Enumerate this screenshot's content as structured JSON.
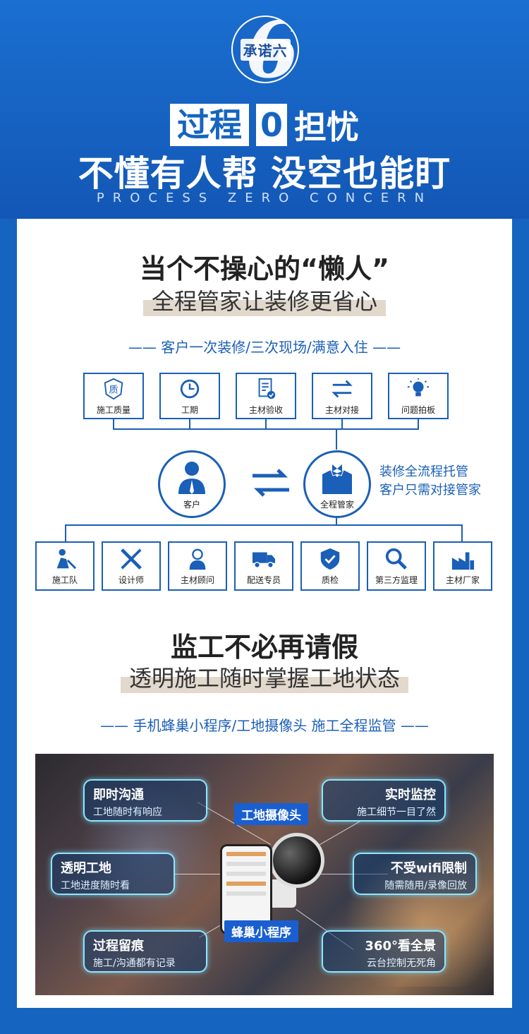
{
  "header": {
    "logo_text": "承诺六",
    "title_box1": "过程",
    "title_box2": "0",
    "title_plain": "担忧",
    "subtitle": "不懂有人帮 没空也能盯",
    "english": "PROCESS ZERO CONCERN"
  },
  "section1": {
    "title": "当个不操心的“懒人”",
    "subtitle": "全程管家让装修更省心",
    "line": "—— 客户一次装修/三次现场/满意入住 ——",
    "top_items": [
      {
        "label": "施工质量",
        "icon": "quality-icon"
      },
      {
        "label": "工期",
        "icon": "clock-icon"
      },
      {
        "label": "主材验收",
        "icon": "document-check-icon"
      },
      {
        "label": "主材对接",
        "icon": "exchange-arrows-icon"
      },
      {
        "label": "问题拍板",
        "icon": "lightbulb-icon"
      }
    ],
    "customer_label": "客户",
    "butler_label": "全程管家",
    "side_note_1": "装修全流程托管",
    "side_note_2": "客户只需对接管家",
    "bottom_items": [
      {
        "label": "施工队",
        "icon": "worker-icon"
      },
      {
        "label": "设计师",
        "icon": "ruler-pencil-icon"
      },
      {
        "label": "主材顾问",
        "icon": "consultant-icon"
      },
      {
        "label": "配送专员",
        "icon": "truck-icon"
      },
      {
        "label": "质检",
        "icon": "shield-icon"
      },
      {
        "label": "第三方监理",
        "icon": "magnifier-icon"
      },
      {
        "label": "主材厂家",
        "icon": "factory-icon"
      }
    ]
  },
  "section2": {
    "title": "监工不必再请假",
    "subtitle": "透明施工随时掌握工地状态",
    "line": "—— 手机蜂巢小程序/工地摄像头 施工全程监管 ——",
    "camera_tag": "工地摄像头",
    "app_tag": "蜂巢小程序",
    "bubbles": [
      {
        "title": "即时沟通",
        "sub": "工地随时有响应"
      },
      {
        "title": "透明工地",
        "sub": "工地进度随时看"
      },
      {
        "title": "过程留痕",
        "sub": "施工/沟通都有记录"
      },
      {
        "title": "实时监控",
        "sub": "施工细节一目了然"
      },
      {
        "title": "不受wifi限制",
        "sub": "随需随用/录像回放"
      },
      {
        "title": "360°看全景",
        "sub": "云台控制无死角"
      }
    ]
  },
  "colors": {
    "brand_blue": "#1565c0",
    "line_blue": "#1a5fb8",
    "highlight_beige": "#e2d8cc"
  }
}
